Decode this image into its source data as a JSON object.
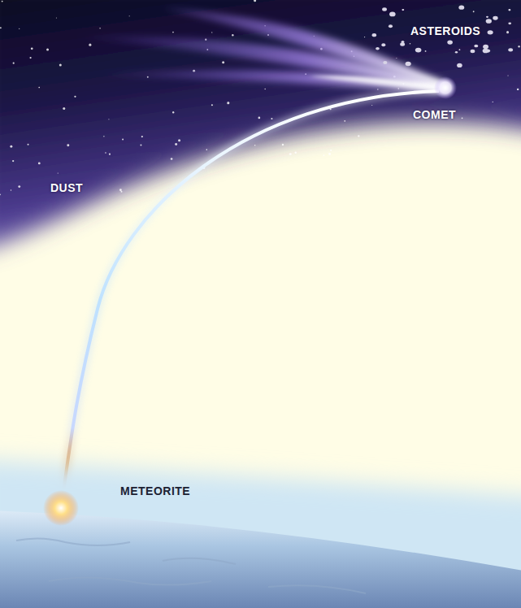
{
  "diagram": {
    "labels": [
      "ASTEROIDS",
      "COMET",
      "DUST",
      "METEORITE"
    ]
  }
}
